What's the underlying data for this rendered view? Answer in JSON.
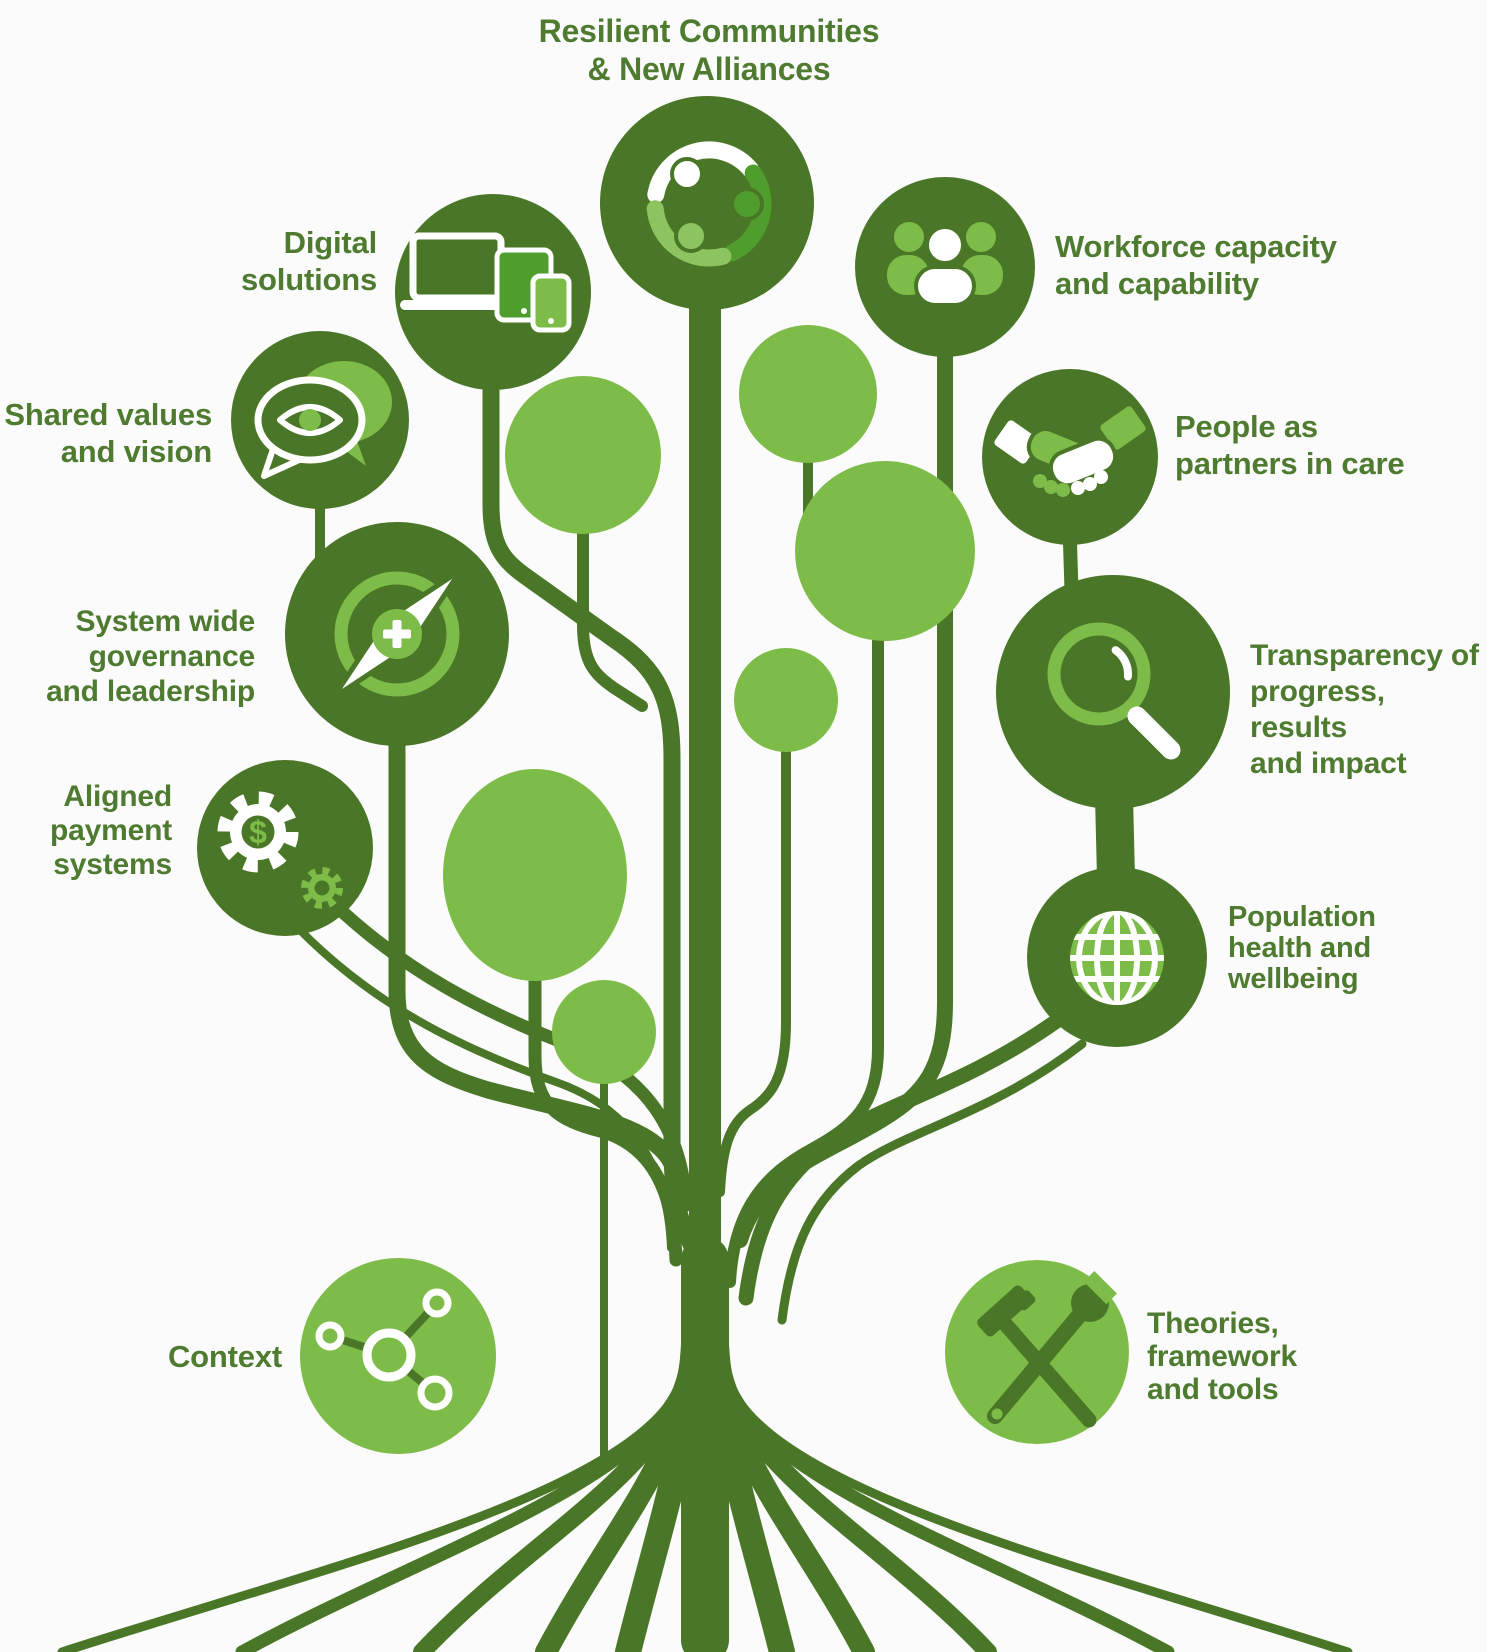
{
  "palette": {
    "dark_green": "#4a7628",
    "light_green": "#7ebc49",
    "mid_green": "#4f9e2d",
    "pale_green": "#8cc45f",
    "text_green": "#4e7b30",
    "background": "#fbfbfb",
    "white": "#ffffff"
  },
  "title": {
    "text": "Resilient Communities\n& New Alliances"
  },
  "nodes": [
    {
      "id": "resilient-communities",
      "label": "Resilient Communities\n& New Alliances",
      "icon": "community-circle-icon",
      "circle_color": "#4a7628"
    },
    {
      "id": "digital-solutions",
      "label": "Digital\nsolutions",
      "icon": "devices-icon",
      "circle_color": "#4a7628"
    },
    {
      "id": "workforce-capacity",
      "label": "Workforce capacity\nand capability",
      "icon": "people-group-icon",
      "circle_color": "#4a7628"
    },
    {
      "id": "shared-values",
      "label": "Shared values\nand vision",
      "icon": "vision-speech-bubbles-icon",
      "circle_color": "#4a7628"
    },
    {
      "id": "people-as-partners",
      "label": "People as\npartners in care",
      "icon": "handshake-icon",
      "circle_color": "#4a7628"
    },
    {
      "id": "system-governance",
      "label": "System wide\ngovernance\nand leadership",
      "icon": "compass-icon",
      "circle_color": "#4a7628"
    },
    {
      "id": "transparency",
      "label": "Transparency of\nprogress, results\nand impact",
      "icon": "magnifier-icon",
      "circle_color": "#4a7628"
    },
    {
      "id": "aligned-payment",
      "label": "Aligned\npayment\nsystems",
      "icon": "gears-dollar-icon",
      "currency_symbol": "$",
      "circle_color": "#4a7628"
    },
    {
      "id": "population-health",
      "label": "Population\nhealth and\nwellbeing",
      "icon": "globe-icon",
      "circle_color": "#4a7628"
    }
  ],
  "foundations": [
    {
      "id": "context",
      "label": "Context",
      "icon": "network-nodes-icon",
      "circle_color": "#7ebc49"
    },
    {
      "id": "theories",
      "label": "Theories,\nframework\nand tools",
      "icon": "hammer-wrench-icon",
      "circle_color": "#7ebc49"
    }
  ]
}
